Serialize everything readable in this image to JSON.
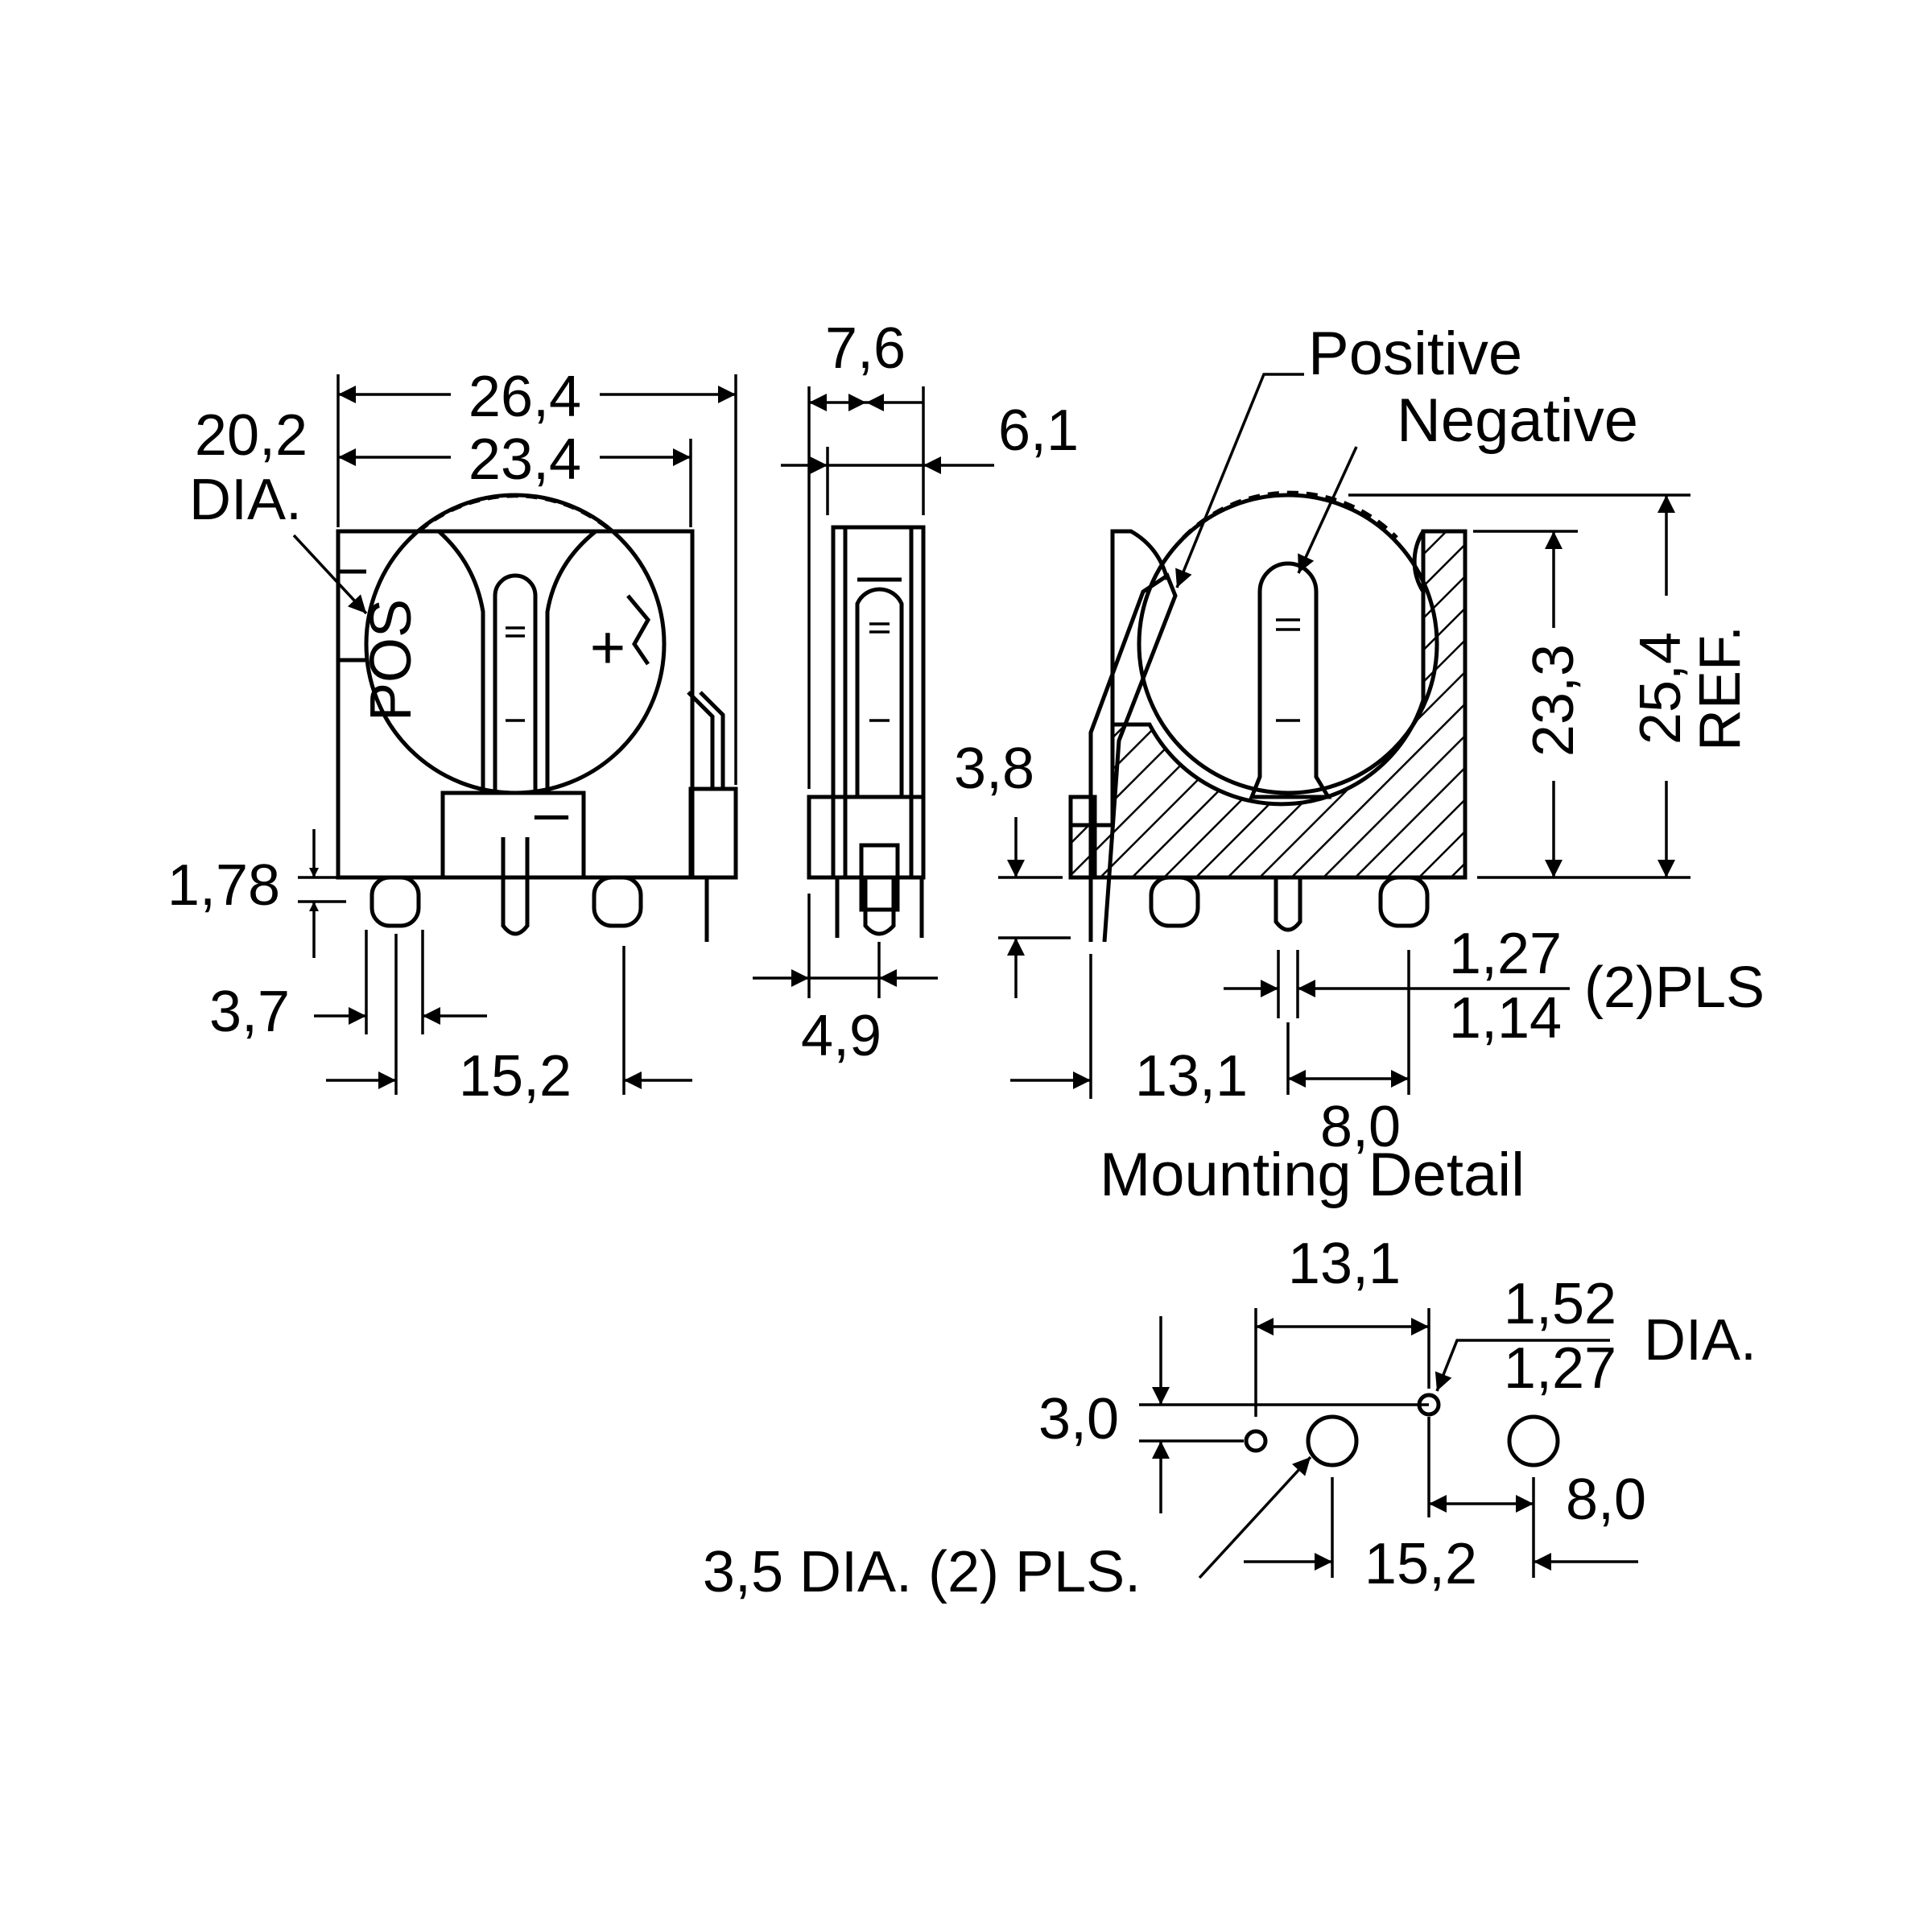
{
  "front_view": {
    "width_overall": "26,4",
    "width_inner": "23,4",
    "battery_dia_value": "20,2",
    "battery_dia_unit": "DIA.",
    "pos_text": "POS",
    "plus_sign": "+",
    "minus_sign": "–",
    "pin_dim": "1,78",
    "pin_width": "3,7",
    "pin_spacing": "15,2"
  },
  "side_view": {
    "top_width": "7,6",
    "thickness": "6,1",
    "base_width": "4,9"
  },
  "right_view": {
    "positive_label": "Positive",
    "negative_label": "Negative",
    "height_inner": "23,3",
    "height_ref_value": "25,4",
    "height_ref_unit": "REF.",
    "standoff": "3,8",
    "pin_dim_upper": "1,27",
    "pin_dim_lower": "1,14",
    "pin_dim_suffix": "(2)PLS",
    "offset": "13,1",
    "pitch": "8,0"
  },
  "mounting_detail": {
    "title": "Mounting Detail",
    "top_dim": "13,1",
    "hole_dia_upper": "1,52",
    "hole_dia_lower": "1,27",
    "hole_dia_unit": "DIA.",
    "vertical_dim": "3,0",
    "large_hole_label": "3,5 DIA. (2) PLS.",
    "spacing": "15,2",
    "pitch": "8,0"
  }
}
